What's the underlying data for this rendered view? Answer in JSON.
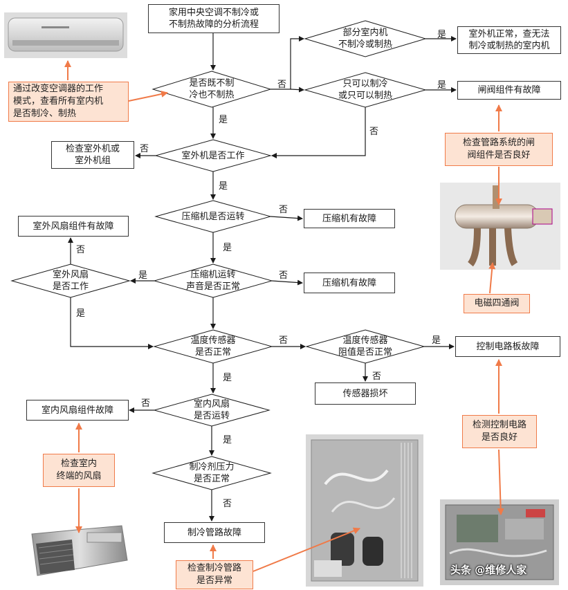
{
  "title_box": "家用中央空调不制冷或\n不制热故障的分析流程",
  "decisions": {
    "both_no": "是否既不制\n冷也不制热",
    "partial_indoor": "部分室内机\n不制冷或制热",
    "only_one_mode": "只可以制冷\n或只可以制热",
    "outdoor_working": "室外机是否工作",
    "compressor_running": "压缩机是否运转",
    "compressor_sound": "压缩机运转\n声音是否正常",
    "outdoor_fan": "室外风扇\n是否工作",
    "temp_sensor": "温度传感器\n是否正常",
    "sensor_resistance": "温度传感器\n阻值是否正常",
    "indoor_fan": "室内风扇\n是否运转",
    "refrigerant_pressure": "制冷剂压力\n是否正常"
  },
  "results": {
    "outdoor_ok": "室外机正常，查无法\n制冷或制热的室内机",
    "valve_fault": "闸阀组件有故障",
    "check_outdoor": "检查室外机或\n室外机组",
    "compressor_fault_1": "压缩机有故障",
    "outdoor_fan_fault": "室外风扇组件有故障",
    "compressor_fault_2": "压缩机有故障",
    "control_board_fault": "控制电路板故障",
    "sensor_damaged": "传感器损坏",
    "indoor_fan_fault": "室内风扇组件故障",
    "pipe_fault": "制冷管路故障"
  },
  "notes": {
    "change_mode": "通过改变空调器的工作\n模式，查看所有室内机\n是否制冷、制热",
    "check_valve": "检查管路系统的闸\n阀组件是否良好",
    "four_way_valve": "电磁四通阀",
    "check_circuit": "检测控制电路\n是否良好",
    "check_indoor_fan": "检查室内\n终端的风扇",
    "check_pipe": "检查制冷管路\n是否异常"
  },
  "labels": {
    "yes": "是",
    "no": "否"
  },
  "watermark": "头条 @维修人家",
  "colors": {
    "line": "#1a1a1a",
    "accent": "#f07a48",
    "note_fill": "#fde3d3"
  }
}
